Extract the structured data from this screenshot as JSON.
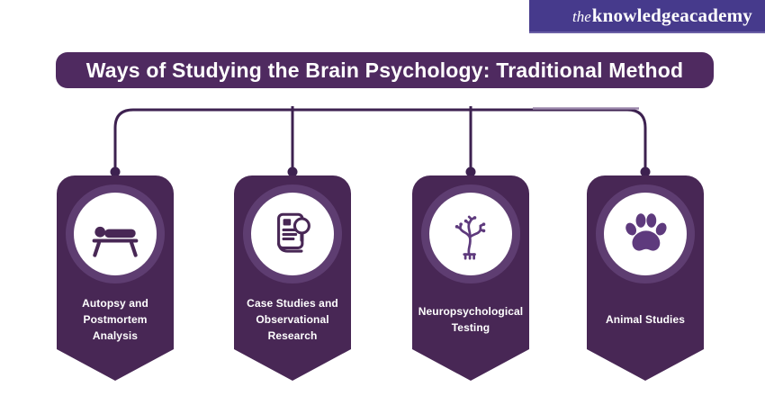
{
  "brand": {
    "logo_prefix": "the",
    "logo_main": "knowledgeacademy",
    "bar_color": "#463a8c"
  },
  "title": {
    "text": "Ways of Studying the Brain Psychology: Traditional Method",
    "bg_color": "#4f2a60",
    "text_color": "#ffffff"
  },
  "colors": {
    "banner_purple": "#482755",
    "circle_ring": "#5e3d71",
    "icon_dark": "#482755",
    "icon_medium": "#5e3a7d",
    "connector_line": "#3d2150",
    "connector_light": "#9b87ab",
    "background": "#ffffff"
  },
  "banners": [
    {
      "id": "autopsy",
      "icon": "autopsy-table-icon",
      "label": "Autopsy and Postmortem Analysis"
    },
    {
      "id": "case-studies",
      "icon": "case-study-magnifier-icon",
      "label": "Case Studies and Observational Research"
    },
    {
      "id": "neuropsych",
      "icon": "neuron-icon",
      "label": "Neuropsychological Testing"
    },
    {
      "id": "animal",
      "icon": "paw-print-icon",
      "label": "Animal Studies"
    }
  ]
}
